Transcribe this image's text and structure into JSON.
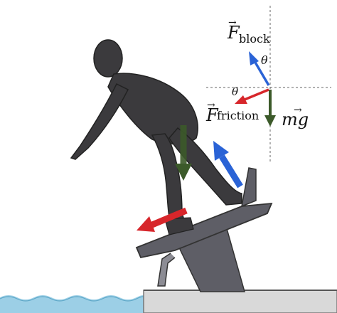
{
  "labels": {
    "f_block_main": "F",
    "f_block_sub": "block",
    "f_friction_main": "F",
    "f_friction_sub": "friction",
    "mg": "mg",
    "theta_top": "θ",
    "theta_left": "θ",
    "vector_arrow": "→"
  },
  "colors": {
    "block_force": "#2a63d6",
    "friction_force": "#d7262b",
    "gravity_force": "#3c5a2a",
    "swimmer": "#3b3a3d",
    "block_body": "#5e5e66",
    "deck": "#d9d9d9",
    "water": "#9ccfe6"
  }
}
